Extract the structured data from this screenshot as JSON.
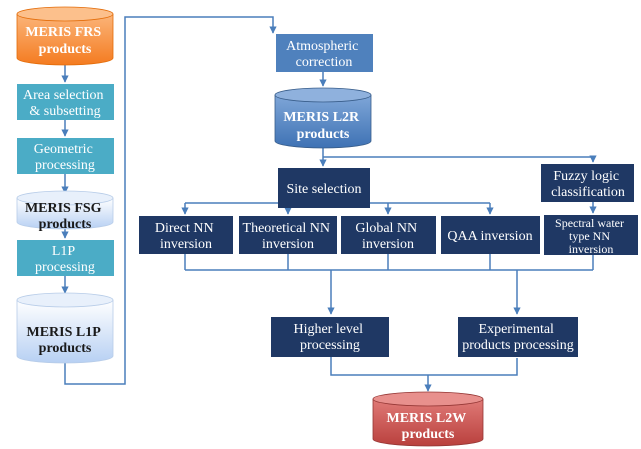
{
  "nodes": {
    "meris_frs": [
      "MERIS FRS",
      "products"
    ],
    "area_selection": [
      "Area selection",
      "& subsetting"
    ],
    "geometric": [
      "Geometric",
      "processing"
    ],
    "meris_fsg": [
      "MERIS FSG",
      "products"
    ],
    "l1p_processing": [
      "L1P",
      "processing"
    ],
    "meris_l1p": [
      "MERIS L1P",
      "products"
    ],
    "atmospheric": [
      "Atmospheric",
      "correction"
    ],
    "meris_l2r": [
      "MERIS L2R",
      "products"
    ],
    "site_selection": [
      "Site selection"
    ],
    "fuzzy_logic": [
      "Fuzzy logic",
      "classification"
    ],
    "direct_nn": [
      "Direct NN",
      "inversion"
    ],
    "theoretical_nn": [
      "Theoretical NN",
      "inversion"
    ],
    "global_nn": [
      "Global NN",
      "inversion"
    ],
    "qaa": [
      "QAA inversion"
    ],
    "spectral_water": [
      "Spectral water",
      "type NN",
      "inversion"
    ],
    "higher_level": [
      "Higher level",
      "processing"
    ],
    "experimental": [
      "Experimental",
      "products processing"
    ],
    "meris_l2w": [
      "MERIS L2W",
      "products"
    ]
  },
  "colors": {
    "teal": "#4bacc6",
    "navy": "#1f3864",
    "steel": "#4f81bd",
    "orange": "#f58a33",
    "red": "#c0504d",
    "light_blue": "#cfe0f7",
    "connector": "#4a7ebb"
  }
}
